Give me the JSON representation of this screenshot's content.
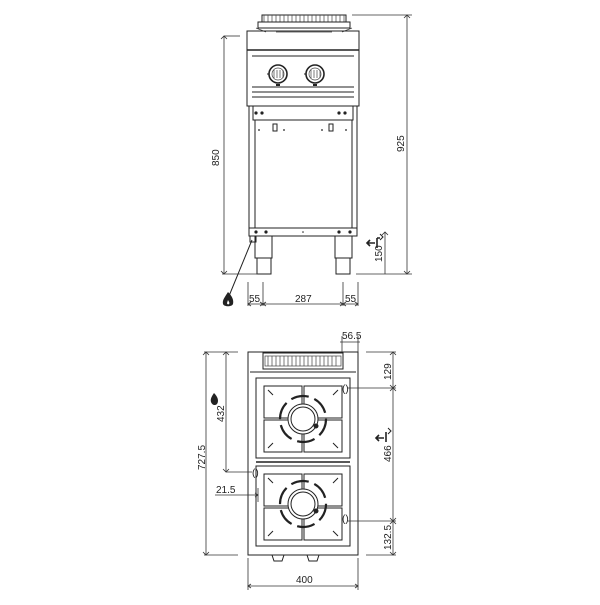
{
  "front_view": {
    "dimensions": {
      "height_body": "850",
      "height_total": "925",
      "leg_height": "150",
      "left_offset": "55",
      "leg_spacing": "287",
      "right_offset": "55"
    },
    "knob_count": 2
  },
  "top_view": {
    "dimensions": {
      "depth_total": "727.5",
      "gas_connection_depth": "432",
      "gas_connection_offset": "21.5",
      "width": "400",
      "flue_offset": "56.5",
      "top_connection": "129",
      "connection_spacing": "466",
      "bottom_connection": "132.5"
    },
    "burner_count": 2
  },
  "icons": {
    "gas": "gas-flame-icon",
    "electric": "electric-connection-icon"
  }
}
